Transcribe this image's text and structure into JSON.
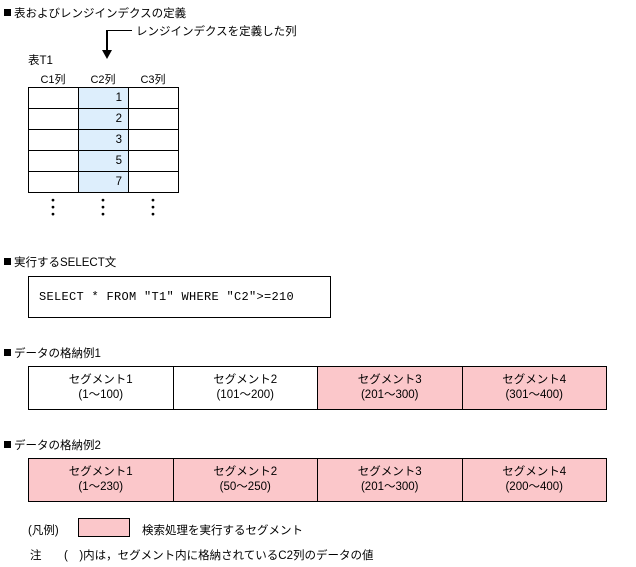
{
  "sections": {
    "definition": "表およびレンジインデクスの定義",
    "select": "実行するSELECT文",
    "example1": "データの格納例1",
    "example2": "データの格納例2"
  },
  "table": {
    "name": "表T1",
    "columns": [
      "C1列",
      "C2列",
      "C3列"
    ],
    "rows": [
      "1",
      "2",
      "3",
      "5",
      "7"
    ],
    "dots": "・"
  },
  "callout": {
    "text": "レンジインデクスを定義した列"
  },
  "select_statement": "SELECT * FROM ″T1″ WHERE ″C2″>=210",
  "storage1": {
    "segments": [
      {
        "name": "セグメント1",
        "range": "(1～100)",
        "highlight": false
      },
      {
        "name": "セグメント2",
        "range": "(101～200)",
        "highlight": false
      },
      {
        "name": "セグメント3",
        "range": "(201～300)",
        "highlight": true
      },
      {
        "name": "セグメント4",
        "range": "(301～400)",
        "highlight": true
      }
    ]
  },
  "storage2": {
    "segments": [
      {
        "name": "セグメント1",
        "range": "(1～230)",
        "highlight": true
      },
      {
        "name": "セグメント2",
        "range": "(50～250)",
        "highlight": true
      },
      {
        "name": "セグメント3",
        "range": "(201～300)",
        "highlight": true
      },
      {
        "name": "セグメント4",
        "range": "(200～400)",
        "highlight": true
      }
    ]
  },
  "legend": {
    "label": "(凡例)",
    "description": "検索処理を実行するセグメント",
    "note_label": "注",
    "note_text": "(　)内は，セグメント内に格納されているC2列のデータの値"
  },
  "colors": {
    "highlight_pink": "#fbc7ca",
    "column_blue": "#ddeefc",
    "line": "#000000"
  }
}
